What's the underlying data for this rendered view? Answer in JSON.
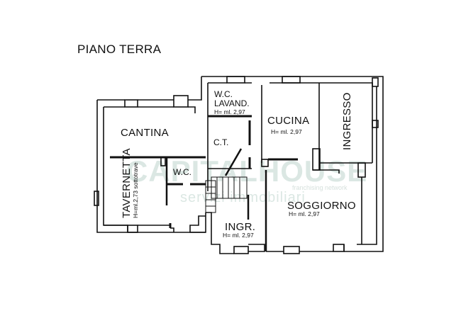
{
  "title": "PIANO TERRA",
  "watermark": {
    "brand": "CAPITALHOUSE",
    "tagline": "franchising network",
    "subtitle": "servizi immobiliari"
  },
  "rooms": [
    {
      "id": "cantina",
      "name": "CANTINA",
      "height": ""
    },
    {
      "id": "taverneta",
      "name": "TAVERNETTA",
      "height": "H=ml.2,73 sottotrave"
    },
    {
      "id": "wc-small",
      "name": "W.C.",
      "height": ""
    },
    {
      "id": "wc-lavand",
      "name": "W.C.",
      "name2": "LAVAND.",
      "height": "H= ml. 2,97"
    },
    {
      "id": "ct",
      "name": "C.T.",
      "height": ""
    },
    {
      "id": "cucina",
      "name": "CUCINA",
      "height": "H= ml. 2,97"
    },
    {
      "id": "ingresso",
      "name": "INGRESSO",
      "height": ""
    },
    {
      "id": "soggiorno",
      "name": "SOGGIORNO",
      "height": "H= ml. 2,97"
    },
    {
      "id": "ingr",
      "name": "INGR.",
      "height": "H= ml. 2,97"
    }
  ],
  "colors": {
    "wall": "#111111",
    "background": "#ffffff",
    "watermark": "#cfe0da"
  }
}
